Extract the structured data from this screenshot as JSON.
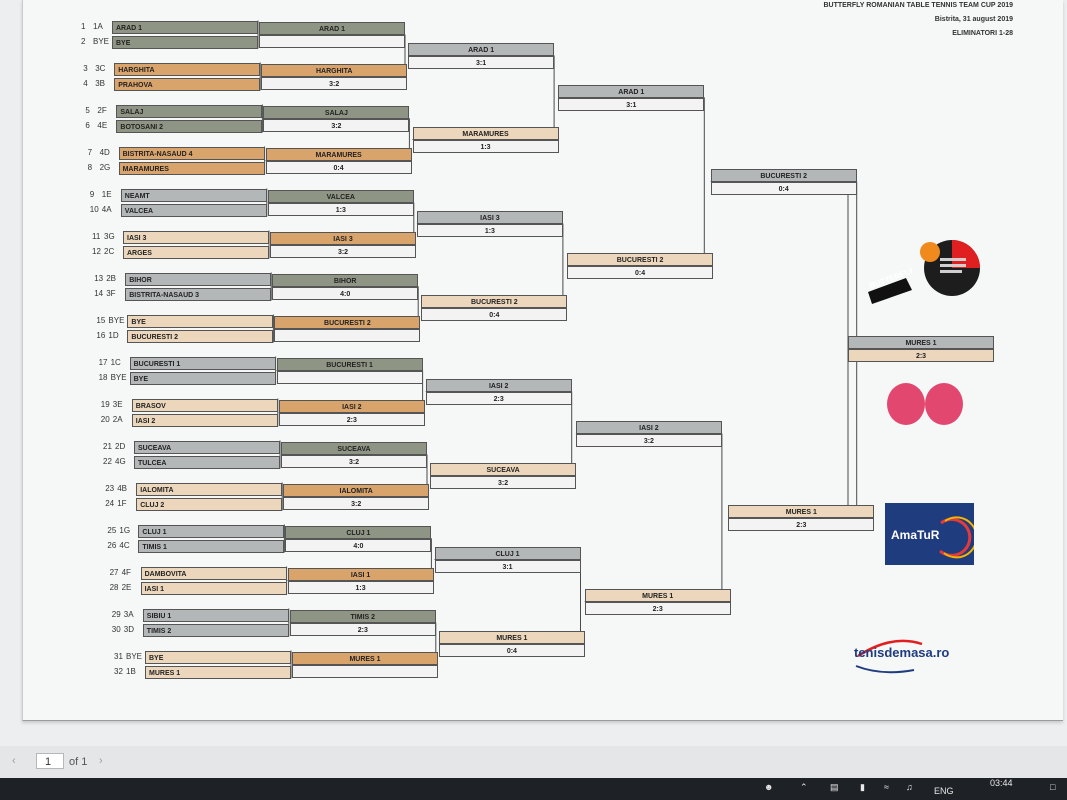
{
  "header": {
    "title": "BUTTERFLY ROMANIAN TABLE TENNIS TEAM CUP 2019",
    "subtitle": "Bistrita, 31 august 2019",
    "stage": "ELIMINATORI 1-28"
  },
  "first_round": [
    {
      "num": "1",
      "seed": "1A",
      "team": "ARAD 1"
    },
    {
      "num": "2",
      "seed": "BYE",
      "team": "BYE"
    },
    {
      "num": "3",
      "seed": "3C",
      "team": "HARGHITA"
    },
    {
      "num": "4",
      "seed": "3B",
      "team": "PRAHOVA"
    },
    {
      "num": "5",
      "seed": "2F",
      "team": "SALAJ"
    },
    {
      "num": "6",
      "seed": "4E",
      "team": "BOTOSANI 2"
    },
    {
      "num": "7",
      "seed": "4D",
      "team": "BISTRITA-NASAUD 4"
    },
    {
      "num": "8",
      "seed": "2G",
      "team": "MARAMURES"
    },
    {
      "num": "9",
      "seed": "1E",
      "team": "NEAMT"
    },
    {
      "num": "10",
      "seed": "4A",
      "team": "VALCEA"
    },
    {
      "num": "11",
      "seed": "3G",
      "team": "IASI 3"
    },
    {
      "num": "12",
      "seed": "2C",
      "team": "ARGES"
    },
    {
      "num": "13",
      "seed": "2B",
      "team": "BIHOR"
    },
    {
      "num": "14",
      "seed": "3F",
      "team": "BISTRITA-NASAUD 3"
    },
    {
      "num": "15",
      "seed": "BYE",
      "team": "BYE"
    },
    {
      "num": "16",
      "seed": "1D",
      "team": "BUCURESTI 2"
    },
    {
      "num": "17",
      "seed": "1C",
      "team": "BUCURESTI 1"
    },
    {
      "num": "18",
      "seed": "BYE",
      "team": "BYE"
    },
    {
      "num": "19",
      "seed": "3E",
      "team": "BRASOV"
    },
    {
      "num": "20",
      "seed": "2A",
      "team": "IASI 2"
    },
    {
      "num": "21",
      "seed": "2D",
      "team": "SUCEAVA"
    },
    {
      "num": "22",
      "seed": "4G",
      "team": "TULCEA"
    },
    {
      "num": "23",
      "seed": "4B",
      "team": "IALOMITA"
    },
    {
      "num": "24",
      "seed": "1F",
      "team": "CLUJ 2"
    },
    {
      "num": "25",
      "seed": "1G",
      "team": "CLUJ 1"
    },
    {
      "num": "26",
      "seed": "4C",
      "team": "TIMIS 1"
    },
    {
      "num": "27",
      "seed": "4F",
      "team": "DAMBOVITA"
    },
    {
      "num": "28",
      "seed": "2E",
      "team": "IASI 1"
    },
    {
      "num": "29",
      "seed": "3A",
      "team": "SIBIU 1"
    },
    {
      "num": "30",
      "seed": "3D",
      "team": "TIMIS 2"
    },
    {
      "num": "31",
      "seed": "BYE",
      "team": "BYE"
    },
    {
      "num": "32",
      "seed": "1B",
      "team": "MURES 1"
    }
  ],
  "round2": [
    {
      "winner": "ARAD 1",
      "score": ""
    },
    {
      "winner": "HARGHITA",
      "score": "3:2"
    },
    {
      "winner": "SALAJ",
      "score": "3:2"
    },
    {
      "winner": "MARAMURES",
      "score": "0:4"
    },
    {
      "winner": "VALCEA",
      "score": "1:3"
    },
    {
      "winner": "IASI 3",
      "score": "3:2"
    },
    {
      "winner": "BIHOR",
      "score": "4:0"
    },
    {
      "winner": "BUCURESTI 2",
      "score": ""
    },
    {
      "winner": "BUCURESTI 1",
      "score": ""
    },
    {
      "winner": "IASI 2",
      "score": "2:3"
    },
    {
      "winner": "SUCEAVA",
      "score": "3:2"
    },
    {
      "winner": "IALOMITA",
      "score": "3:2"
    },
    {
      "winner": "CLUJ 1",
      "score": "4:0"
    },
    {
      "winner": "IASI 1",
      "score": "1:3"
    },
    {
      "winner": "TIMIS 2",
      "score": "2:3"
    },
    {
      "winner": "MURES 1",
      "score": ""
    }
  ],
  "round3": [
    {
      "winner": "ARAD 1",
      "score": "3:1"
    },
    {
      "winner": "MARAMURES",
      "score": "1:3"
    },
    {
      "winner": "IASI 3",
      "score": "1:3"
    },
    {
      "winner": "BUCURESTI 2",
      "score": "0:4"
    },
    {
      "winner": "IASI 2",
      "score": "2:3"
    },
    {
      "winner": "SUCEAVA",
      "score": "3:2"
    },
    {
      "winner": "CLUJ 1",
      "score": "3:1"
    },
    {
      "winner": "MURES 1",
      "score": "0:4"
    }
  ],
  "round4": [
    {
      "winner": "ARAD 1",
      "score": "3:1"
    },
    {
      "winner": "BUCURESTI 2",
      "score": "0:4"
    },
    {
      "winner": "IASI 2",
      "score": "3:2"
    },
    {
      "winner": "MURES 1",
      "score": "2:3"
    }
  ],
  "round5": [
    {
      "winner": "BUCURESTI 2",
      "score": "0:4"
    },
    {
      "winner": "MURES 1",
      "score": "2:3"
    }
  ],
  "final": {
    "winner": "MURES 1",
    "score": "2:3"
  },
  "logos": {
    "butterfly": "BUTTERFLY",
    "amatur": "AmaTuR",
    "site": "tenisdemasa.ro"
  },
  "toolbar": {
    "page_value": "1",
    "page_total": "of 1"
  },
  "taskbar": {
    "lang": "ENG",
    "time": "03:44"
  },
  "colors": {
    "dark": "#8f9584",
    "grey": "#b3b7b8",
    "orange": "#d9a36c",
    "light": "#ecd6bc"
  }
}
